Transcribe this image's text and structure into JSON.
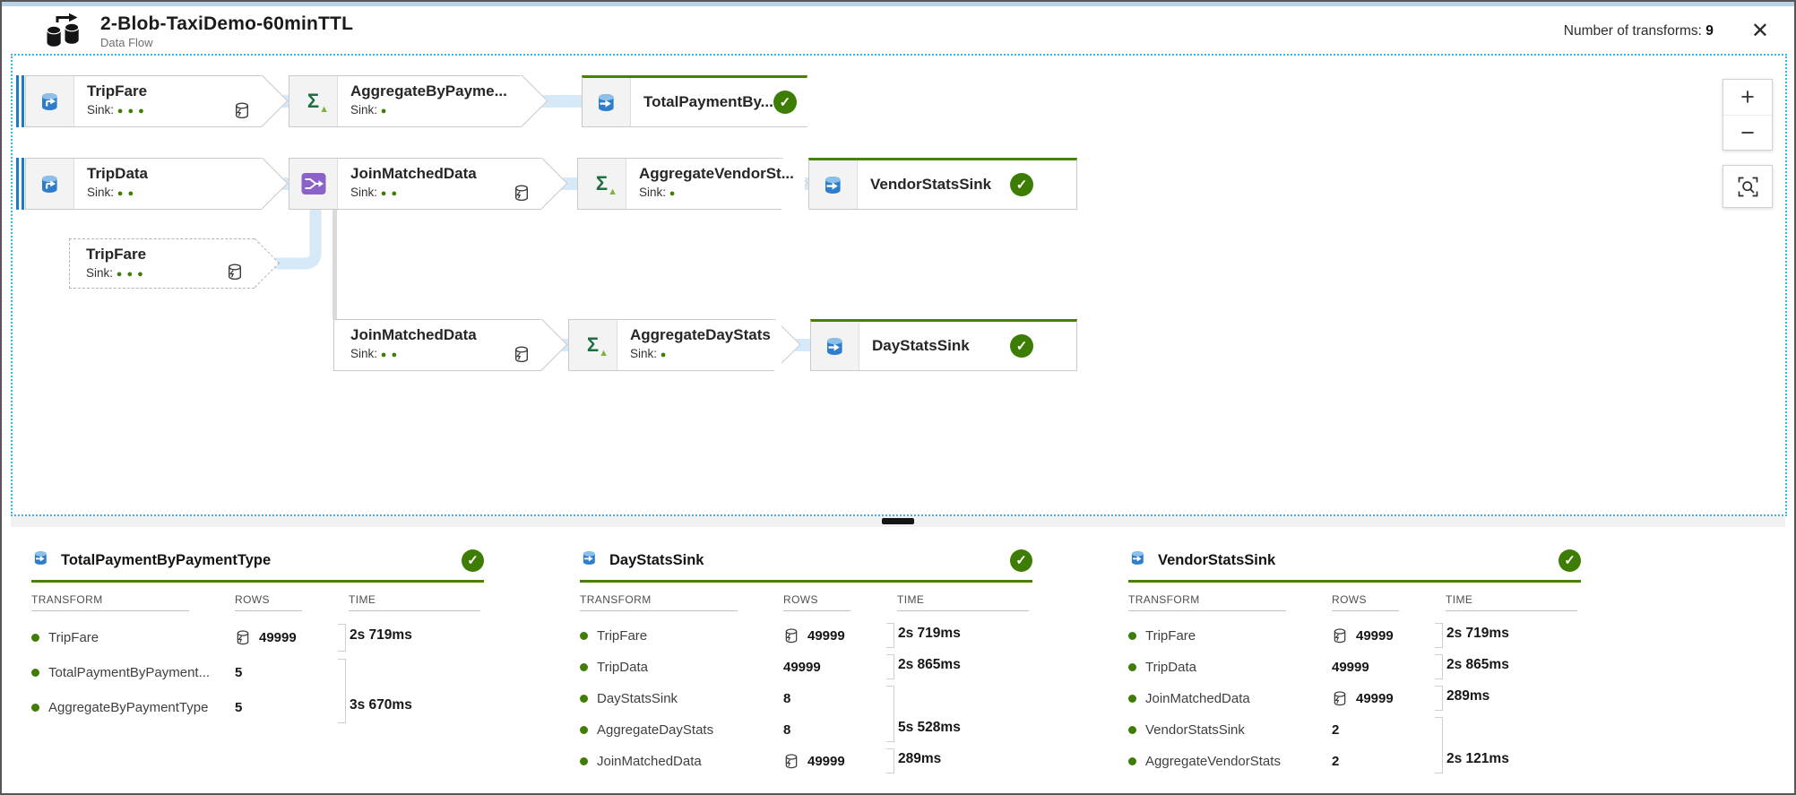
{
  "header": {
    "title": "2-Blob-TaxiDemo-60minTTL",
    "subtitle": "Data Flow",
    "transforms_label": "Number of transforms:",
    "transforms_value": "9"
  },
  "icons": {
    "check": "✓",
    "close": "✕",
    "zoom_in": "+",
    "zoom_out": "−",
    "sigma": "Σ",
    "sigma_triangle": "▲"
  },
  "flow": {
    "trip_fare": {
      "title": "TripFare",
      "sink_label": "Sink:",
      "dots": "● ● ●"
    },
    "agg_payment": {
      "title": "AggregateByPayme...",
      "sink_label": "Sink:",
      "dots": "●"
    },
    "total_payment_sink": {
      "title": "TotalPaymentBy..."
    },
    "trip_data": {
      "title": "TripData",
      "sink_label": "Sink:",
      "dots": "● ●"
    },
    "join_matched": {
      "title": "JoinMatchedData",
      "sink_label": "Sink:",
      "dots": "● ●"
    },
    "agg_vendor": {
      "title": "AggregateVendorSt...",
      "sink_label": "Sink:",
      "dots": "●"
    },
    "vendor_sink": {
      "title": "VendorStatsSink"
    },
    "trip_fare_ref": {
      "title": "TripFare",
      "sink_label": "Sink:",
      "dots": "● ● ●"
    },
    "join_matched_2": {
      "title": "JoinMatchedData",
      "sink_label": "Sink:",
      "dots": "● ●"
    },
    "agg_day": {
      "title": "AggregateDayStats",
      "sink_label": "Sink:",
      "dots": "●"
    },
    "day_sink": {
      "title": "DayStatsSink"
    }
  },
  "table_columns": {
    "transform": "TRANSFORM",
    "rows": "ROWS",
    "time": "TIME"
  },
  "tables": [
    {
      "title": "TotalPaymentByPaymentType",
      "rows": [
        {
          "name": "TripFare",
          "rows": "49999",
          "cached": true,
          "time": "2s 719ms"
        },
        {
          "name": "TotalPaymentByPayment...",
          "rows": "5",
          "cached": false,
          "time": ""
        },
        {
          "name": "AggregateByPaymentType",
          "rows": "5",
          "cached": false,
          "time": "3s 670ms"
        }
      ]
    },
    {
      "title": "DayStatsSink",
      "rows": [
        {
          "name": "TripFare",
          "rows": "49999",
          "cached": true,
          "time": "2s 719ms"
        },
        {
          "name": "TripData",
          "rows": "49999",
          "cached": false,
          "time": "2s 865ms"
        },
        {
          "name": "DayStatsSink",
          "rows": "8",
          "cached": false,
          "time": ""
        },
        {
          "name": "AggregateDayStats",
          "rows": "8",
          "cached": false,
          "time": "5s 528ms"
        },
        {
          "name": "JoinMatchedData",
          "rows": "49999",
          "cached": true,
          "time": "289ms"
        }
      ]
    },
    {
      "title": "VendorStatsSink",
      "rows": [
        {
          "name": "TripFare",
          "rows": "49999",
          "cached": true,
          "time": "2s 719ms"
        },
        {
          "name": "TripData",
          "rows": "49999",
          "cached": false,
          "time": "2s 865ms"
        },
        {
          "name": "JoinMatchedData",
          "rows": "49999",
          "cached": true,
          "time": "289ms"
        },
        {
          "name": "VendorStatsSink",
          "rows": "2",
          "cached": false,
          "time": ""
        },
        {
          "name": "AggregateVendorStats",
          "rows": "2",
          "cached": false,
          "time": "2s 121ms"
        }
      ]
    }
  ]
}
